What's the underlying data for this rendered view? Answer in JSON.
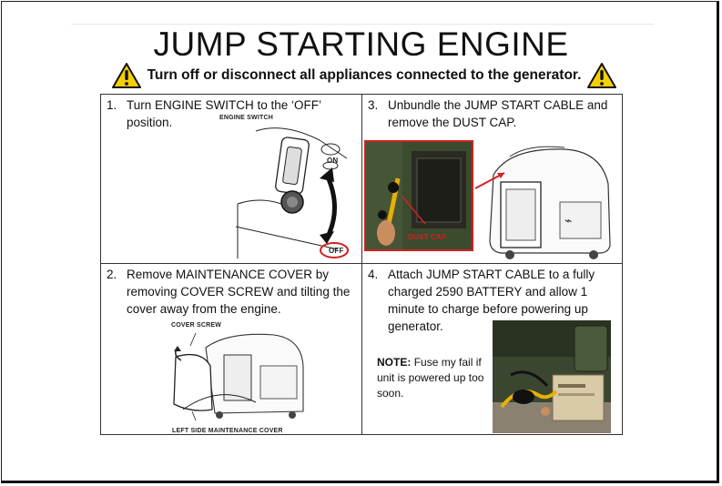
{
  "title": "JUMP STARTING ENGINE",
  "warning": "Turn off or disconnect all appliances connected to the generator.",
  "steps": [
    {
      "num": "1.",
      "text": "Turn ENGINE SWITCH to the ‘OFF’ position."
    },
    {
      "num": "3.",
      "text": "Unbundle the JUMP START CABLE and remove the DUST CAP."
    },
    {
      "num": "2.",
      "text": "Remove MAINTENANCE COVER by removing COVER SCREW and tilting the cover away from the engine."
    },
    {
      "num": "4.",
      "text": "Attach JUMP START CABLE to a fully charged 2590 BATTERY and allow 1 minute to charge before powering up generator."
    }
  ],
  "labels": {
    "engine_switch": "ENGINE SWITCH",
    "on": "ON",
    "off": "OFF",
    "dust_cap": "DUST CAP",
    "cover_screw": "COVER SCREW",
    "left_side_cover": "LEFT SIDE MAINTENANCE COVER"
  },
  "note": {
    "label": "NOTE:",
    "text": "Fuse my fail if unit is powered up too soon."
  },
  "colors": {
    "highlight_red": "#d42020",
    "warning_yellow": "#f5d000",
    "generator_olive": "#3c4a2e"
  }
}
